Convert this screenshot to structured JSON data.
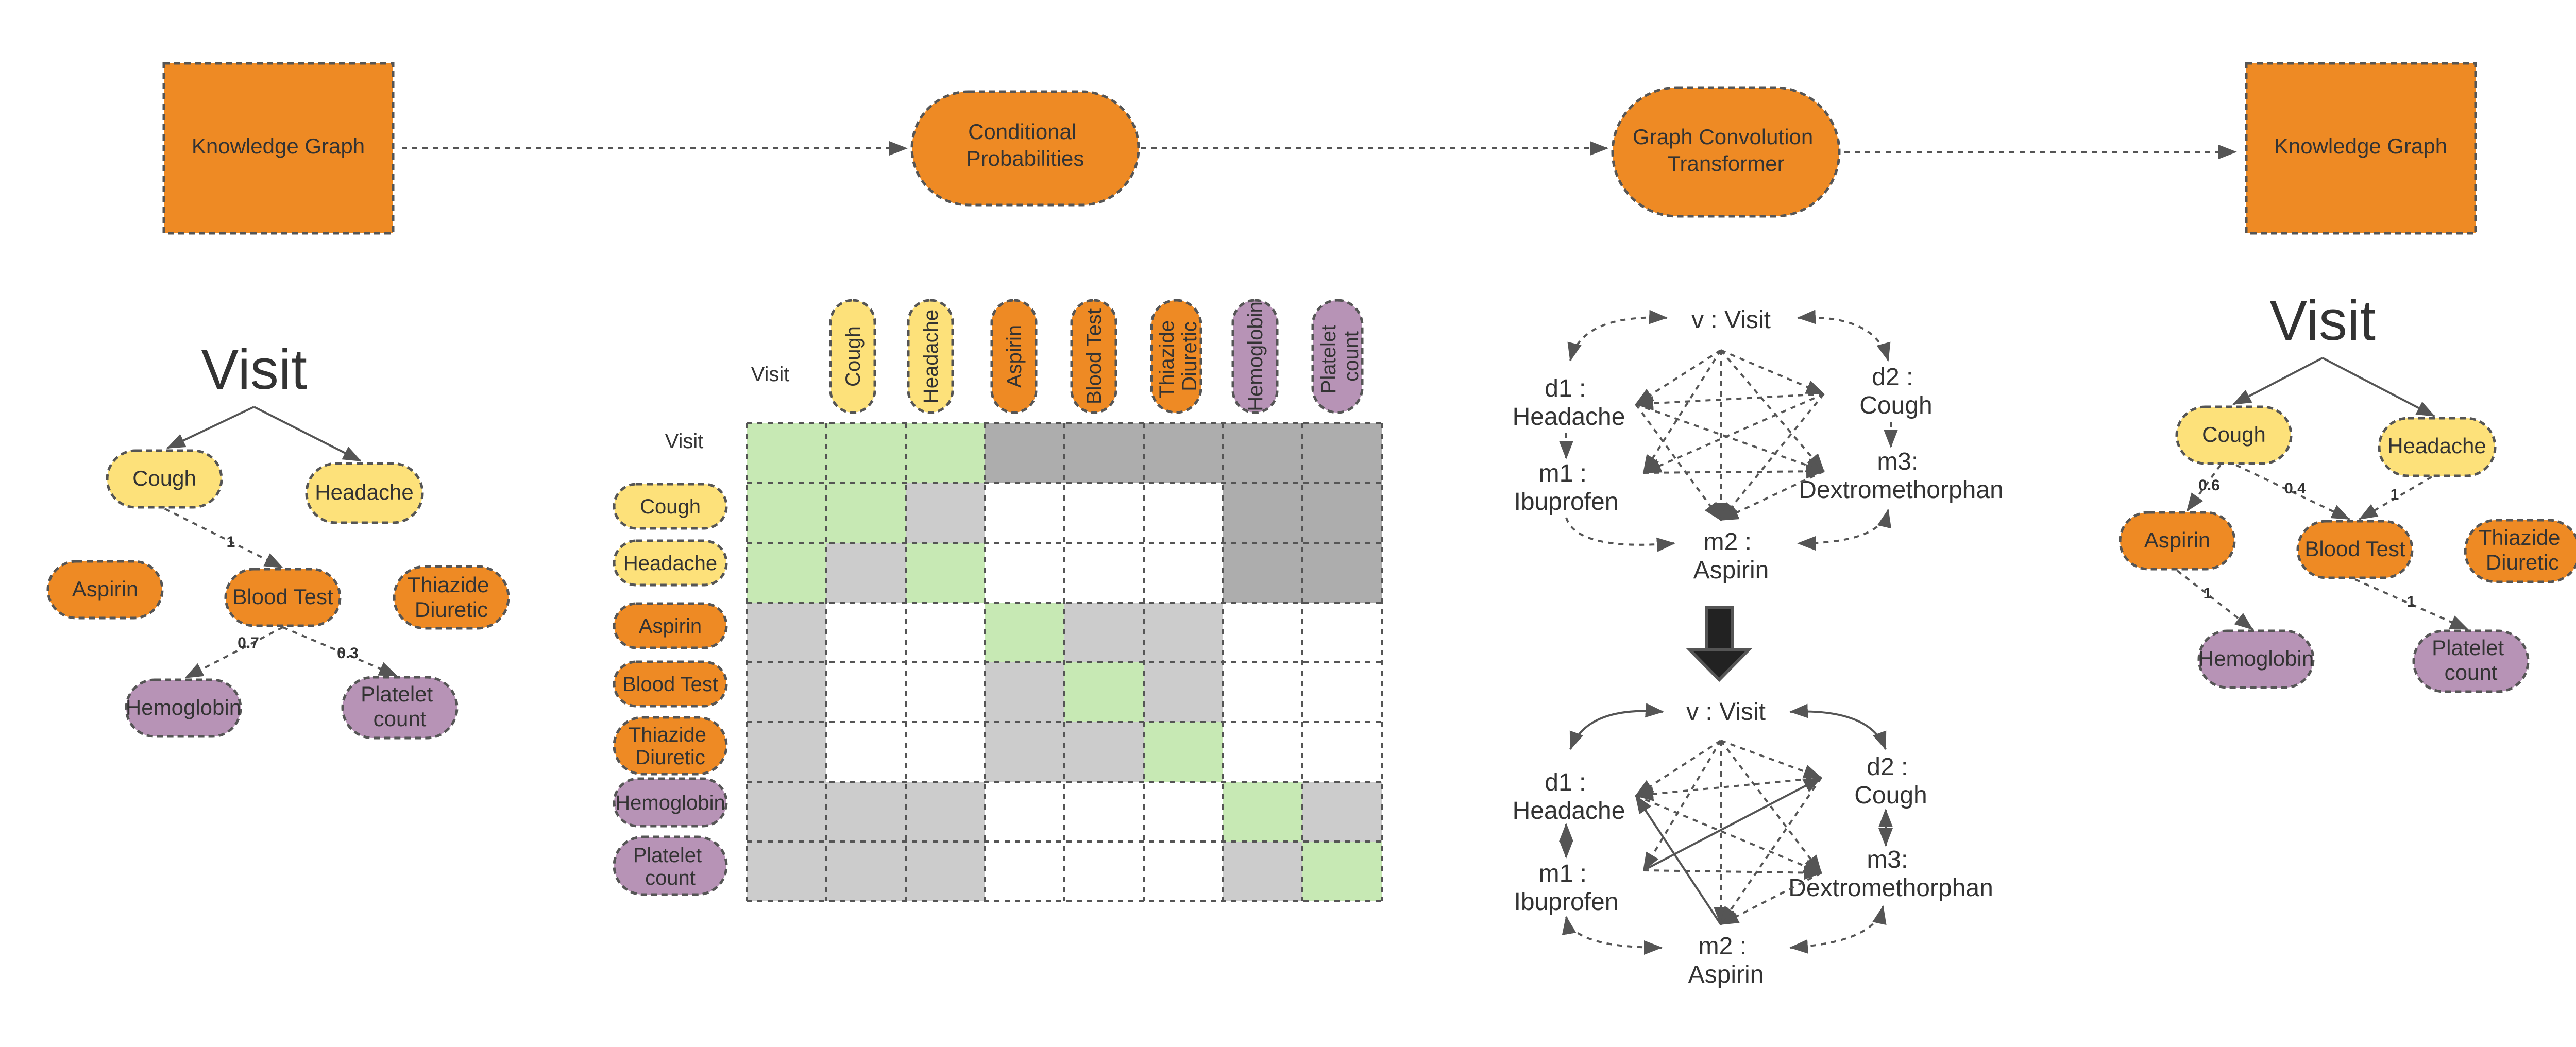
{
  "pipeline": {
    "stage1": "Knowledge Graph",
    "stage2": [
      "Conditional",
      "Probabilities"
    ],
    "stage3": [
      "Graph Convolution",
      "Transformer"
    ],
    "stage4": "Knowledge Graph"
  },
  "left_graph": {
    "root": "Visit",
    "cough": "Cough",
    "headache": "Headache",
    "aspirin": "Aspirin",
    "blood_test": "Blood Test",
    "thiazide": [
      "Thiazide",
      "Diuretic"
    ],
    "hemoglobin": "Hemoglobin",
    "platelet": [
      "Platelet",
      "count"
    ],
    "w_cough_blood": "1",
    "w_blood_hemo": "0.7",
    "w_blood_platelet": "0.3"
  },
  "matrix": {
    "visit_label_top": "Visit",
    "visit_label_row": "Visit",
    "col_cough": "Cough",
    "col_headache": "Headache",
    "col_aspirin": "Aspirin",
    "col_blood_test": "Blood Test",
    "col_thiazide": [
      "Thiazide",
      "Diuretic"
    ],
    "col_hemoglobin": "Hemoglobin",
    "col_platelet": [
      "Platelet",
      "count"
    ],
    "row_cough": "Cough",
    "row_headache": "Headache",
    "row_aspirin": "Aspirin",
    "row_blood_test": "Blood Test",
    "row_thiazide": [
      "Thiazide",
      "Diuretic"
    ],
    "row_hemoglobin": "Hemoglobin",
    "row_platelet": [
      "Platelet",
      "count"
    ],
    "cells": [
      [
        "green",
        "green",
        "green",
        "dark",
        "dark",
        "dark",
        "dark",
        "dark"
      ],
      [
        "green",
        "green",
        "light",
        "white",
        "white",
        "white",
        "dark",
        "dark"
      ],
      [
        "green",
        "light",
        "green",
        "white",
        "white",
        "white",
        "dark",
        "dark"
      ],
      [
        "light",
        "white",
        "white",
        "green",
        "light",
        "light",
        "white",
        "white"
      ],
      [
        "light",
        "white",
        "white",
        "light",
        "green",
        "light",
        "white",
        "white"
      ],
      [
        "light",
        "white",
        "white",
        "light",
        "light",
        "green",
        "white",
        "white"
      ],
      [
        "light",
        "light",
        "light",
        "white",
        "white",
        "white",
        "green",
        "light"
      ],
      [
        "light",
        "light",
        "light",
        "white",
        "white",
        "white",
        "light",
        "green"
      ]
    ],
    "colors": {
      "green": "#c7e9b4",
      "light": "#cccccc",
      "dark": "#adadad",
      "white": "#ffffff"
    }
  },
  "gct_top": {
    "v": "v : Visit",
    "d1": [
      "d1 :",
      "Headache"
    ],
    "d2": [
      "d2 :",
      "Cough"
    ],
    "m1": [
      "m1 :",
      "Ibuprofen"
    ],
    "m3": [
      "m3:",
      "Dextromethorphan"
    ],
    "m2": [
      "m2 :",
      "Aspirin"
    ]
  },
  "gct_bottom": {
    "v": "v : Visit",
    "d1": [
      "d1 :",
      "Headache"
    ],
    "d2": [
      "d2 :",
      "Cough"
    ],
    "m1": [
      "m1 :",
      "Ibuprofen"
    ],
    "m3": [
      "m3:",
      "Dextromethorphan"
    ],
    "m2": [
      "m2 :",
      "Aspirin"
    ]
  },
  "right_graph": {
    "root": "Visit",
    "cough": "Cough",
    "headache": "Headache",
    "aspirin": "Aspirin",
    "blood_test": "Blood Test",
    "thiazide": [
      "Thiazide",
      "Diuretic"
    ],
    "hemoglobin": "Hemoglobin",
    "platelet": [
      "Platelet",
      "count"
    ],
    "w_cough_aspirin": "0.6",
    "w_cough_blood": "0.4",
    "w_headache_blood": "1",
    "w_aspirin_hemo": "1",
    "w_blood_platelet": "1"
  },
  "palette": {
    "orange": "#ee8a24",
    "yellow": "#fde17a",
    "purple": "#b793b6",
    "edge": "#555555"
  }
}
